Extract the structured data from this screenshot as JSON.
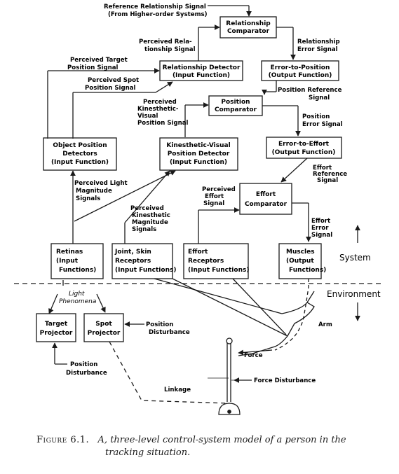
{
  "figure": {
    "title_lines": [
      "Reference Relationship Signal",
      "(From Higher-order Systems)"
    ],
    "relationship_comparator": [
      "Relationship",
      "Comparator"
    ],
    "relationship_error": [
      "Relationship",
      "Error Signal"
    ],
    "perceived_relationship": [
      "Perceived Rela-",
      "tionship Signal"
    ],
    "perceived_target": [
      "Perceived Target",
      "Position Signal"
    ],
    "perceived_spot": [
      "Perceived Spot",
      "Position Signal"
    ],
    "relationship_detector": [
      "Relationship Detector",
      "(Input Function)"
    ],
    "error_to_position": [
      "Error-to-Position",
      "(Output Function)"
    ],
    "position_reference": [
      "Position Reference",
      "Signal"
    ],
    "position_comparator": [
      "Position",
      "Comparator"
    ],
    "perceived_kv": [
      "Perceived",
      "Kinesthetic-",
      "Visual",
      "Position Signal"
    ],
    "position_error": [
      "Position",
      "Error Signal"
    ],
    "object_position_detectors": [
      "Object Position",
      "Detectors",
      "(Input Function)"
    ],
    "kv_detector": [
      "Kinesthetic-Visual",
      "Position Detector",
      "(Input Function)"
    ],
    "error_to_effort": [
      "Error-to-Effort",
      "(Output Function)"
    ],
    "effort_reference": [
      "Effort",
      "Reference",
      "Signal"
    ],
    "perceived_light": [
      "Perceived Light",
      "Magnitude",
      "Signals"
    ],
    "perceived_effort": [
      "Perceived",
      "Effort",
      "Signal"
    ],
    "effort_comparator": [
      "Effort",
      "Comparator"
    ],
    "perceived_km": [
      "Perceived",
      "Kinesthetic",
      "Magnitude",
      "Signals"
    ],
    "effort_error": [
      "Effort",
      "Error",
      "Signal"
    ],
    "retinas": [
      "Retinas",
      "(Input",
      "Functions)"
    ],
    "joint_skin": [
      "Joint, Skin",
      "Receptors",
      "(Input Functions)"
    ],
    "effort_receptors": [
      "Effort",
      "Receptors",
      "(Input Functions)"
    ],
    "muscles": [
      "Muscles",
      "(Output",
      "Functions)"
    ],
    "system_label": "System",
    "environment_label": "Environment",
    "light_phenomena": [
      "Light",
      "Phenomena"
    ],
    "target_projector": [
      "Target",
      "Projector"
    ],
    "spot_projector": [
      "Spot",
      "Projector"
    ],
    "position_disturbance_1": [
      "Position",
      "Disturbance"
    ],
    "position_disturbance_2": [
      "Position",
      "Disturbance"
    ],
    "arm": "Arm",
    "force": "Force",
    "force_disturbance": "Force Disturbance",
    "linkage": "Linkage"
  },
  "caption": {
    "label": "Figure 6.1.",
    "text_line1": "A, three-level control-system model of a person in the",
    "text_line2": "tracking situation."
  }
}
